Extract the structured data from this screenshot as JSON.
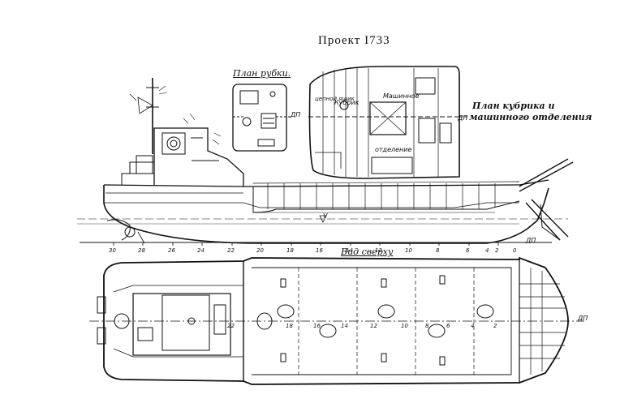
{
  "title": "Проект І733",
  "labels": {
    "wheelhouse_plan": "План рубки.",
    "cabin_plan_line1": "План кубрика и",
    "cabin_plan_line2": "машинного отделения",
    "top_view": "Вид сверху",
    "dp_side": "ДП",
    "dp_top": "ДП",
    "dp_wheel": "ДП",
    "dp_cabin": "ДП",
    "kubrik": "Кубрик",
    "mashinnoe": "Машинное",
    "otdelenie": "отделение",
    "tsepnoy_yashchik": "цепной ящик",
    "waterline_v": "V"
  },
  "frame_numbers_side": [
    "30",
    "28",
    "26",
    "24",
    "22",
    "20",
    "18",
    "16",
    "14",
    "12",
    "10",
    "8",
    "6",
    "4",
    "2",
    "0"
  ],
  "frame_numbers_top": [
    "22",
    "18",
    "16",
    "14",
    "12",
    "10",
    "8",
    "6",
    "4",
    "2"
  ]
}
